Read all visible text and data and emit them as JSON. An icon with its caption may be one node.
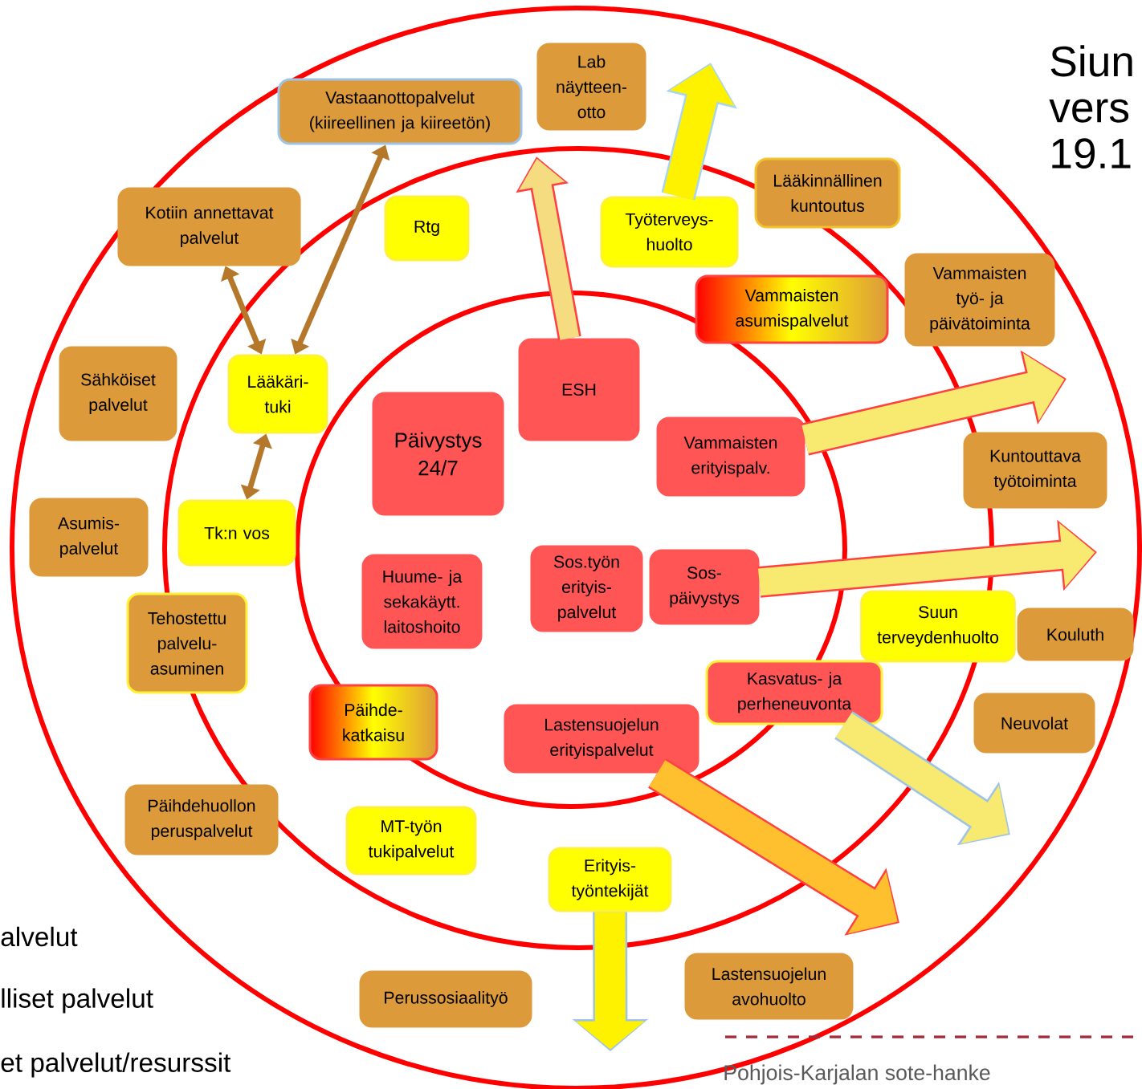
{
  "diagram": {
    "nodes": [
      {
        "text": [
          "Vastaanottopalvelut (kiireellinen ja kiireetön)"
        ]
      },
      {
        "text": [
          "Lab näytteen-otto"
        ]
      },
      {
        "text": [
          "Lääkinnällinen kuntoutus"
        ]
      },
      {
        "text": [
          "Kotiin annettavat palvelut"
        ]
      },
      {
        "text": [
          "Rtg"
        ]
      },
      {
        "text": [
          "Työterveys-huolto"
        ]
      },
      {
        "text": [
          "Vammaisten asumispalvelut"
        ]
      },
      {
        "text": [
          "Vammaisten työ- ja päivätoiminta"
        ]
      },
      {
        "text": [
          "Sähköiset palvelut"
        ]
      },
      {
        "text": [
          "Lääkäri-tuki"
        ]
      },
      {
        "text": [
          "ESH"
        ]
      },
      {
        "text": [
          "Päivystys 24/7"
        ]
      },
      {
        "text": [
          "Vammaisten erityispalv."
        ]
      },
      {
        "text": [
          "Kuntouttava työtoiminta"
        ]
      },
      {
        "text": [
          "Asumis-palvelut"
        ]
      },
      {
        "text": [
          "Tk:n vos"
        ]
      },
      {
        "text": [
          "Huume- ja sekakäytt. laitoshoito"
        ]
      },
      {
        "text": [
          "Sos.työn erityis-palvelut"
        ]
      },
      {
        "text": [
          "Sos-päivystys"
        ]
      },
      {
        "text": [
          "Tehostettu palvelu-asuminen"
        ]
      },
      {
        "text": [
          "Suun terveydenhuolto"
        ]
      },
      {
        "text": [
          "Kouluth"
        ]
      },
      {
        "text": [
          "Kasvatus- ja perheneuvonta"
        ]
      },
      {
        "text": [
          "Päihde-katkaisu"
        ]
      },
      {
        "text": [
          "Lastensuojelun erityispalvelut"
        ]
      },
      {
        "text": [
          "Neuvolat"
        ]
      },
      {
        "text": [
          "Päihdehuollon peruspalvelut"
        ]
      },
      {
        "text": [
          "MT-työn tukipalvelut"
        ]
      },
      {
        "text": [
          "Erityis-työntekijät"
        ]
      },
      {
        "text": [
          "Perussosiaalityö"
        ]
      },
      {
        "text": [
          "Lastensuojelun avohuolto"
        ]
      }
    ],
    "edges": [
      {
        "from": 3,
        "to": 9,
        "arrow": "both",
        "color": "#b5782a"
      },
      {
        "from": 9,
        "to": 0,
        "arrow": "both",
        "color": "#b5782a"
      },
      {
        "from": 15,
        "to": 9,
        "arrow": "both",
        "color": "#b5782a"
      },
      {
        "from": 10,
        "to": null,
        "arrow": "to",
        "color": "#f5dc80"
      },
      {
        "from": 5,
        "to": null,
        "arrow": "to",
        "color": "#fff200"
      },
      {
        "from": 12,
        "to": null,
        "arrow": "to",
        "color": "#f8ea70"
      },
      {
        "from": 18,
        "to": null,
        "arrow": "to",
        "color": "#f8ea70"
      },
      {
        "from": 22,
        "to": null,
        "arrow": "to",
        "color": "#f8ea70"
      },
      {
        "from": 24,
        "to": null,
        "arrow": "to",
        "color": "#ffc030"
      },
      {
        "from": 28,
        "to": null,
        "arrow": "to",
        "color": "#fff200"
      }
    ],
    "labels": [
      "Siun vers 19.1",
      "alvelut",
      "lliset palvelut",
      "et palvelut/resurssit",
      "Pohjois-Karjalan sote-hanke"
    ]
  }
}
